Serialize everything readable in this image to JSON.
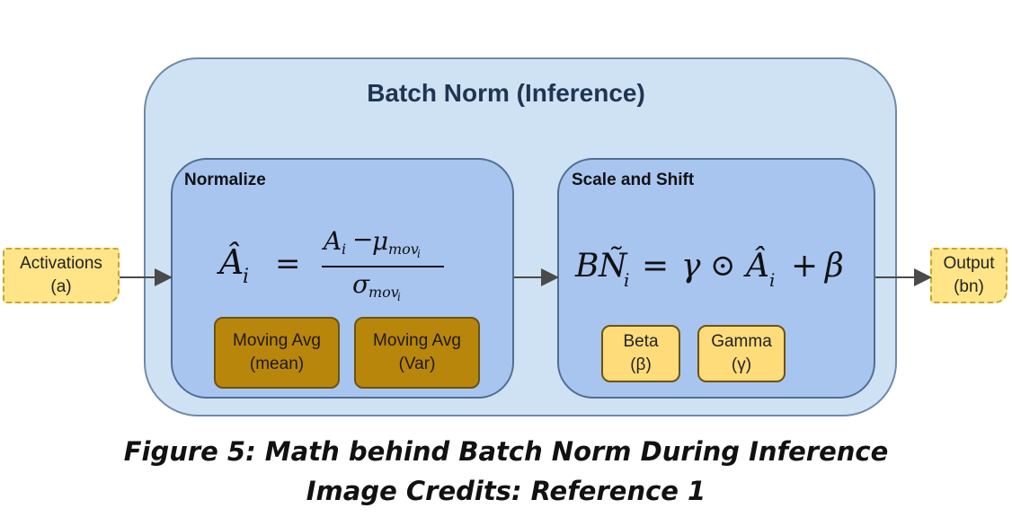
{
  "diagram": {
    "title": "Batch Norm (Inference)",
    "input": {
      "line1": "Activations",
      "line2": "(a)"
    },
    "output": {
      "line1": "Output",
      "line2": "(bn)"
    },
    "normalize": {
      "title": "Normalize",
      "formula": {
        "lhs": "Â",
        "lhs_sub": "i",
        "num_main": "A",
        "num_sub": "i",
        "num_minus": "−",
        "num_mu": "μ",
        "num_mu_sub": "mov",
        "num_mu_subsub": "i",
        "den_sigma": "σ",
        "den_sub": "mov",
        "den_subsub": "i",
        "eq": "="
      },
      "boxes": [
        {
          "line1": "Moving Avg",
          "line2": "(mean)"
        },
        {
          "line1": "Moving Avg",
          "line2": "(Var)"
        }
      ]
    },
    "scale_shift": {
      "title": "Scale and Shift",
      "formula": {
        "bn_B": "B",
        "bn_N": "Ñ",
        "bn_sub": "i",
        "eq": "=",
        "gamma": "γ",
        "odot": "⊙",
        "ahat": "Â",
        "ahat_sub": "i",
        "plus": "+",
        "beta": "β"
      },
      "boxes": [
        {
          "line1": "Beta",
          "line2": "(β)"
        },
        {
          "line1": "Gamma",
          "line2": "(γ)"
        }
      ]
    }
  },
  "caption": {
    "line1": "Figure 5: Math behind Batch Norm During Inference",
    "line2": "Image Credits: Reference 1"
  },
  "colors": {
    "outer_fill": "#cfe2f3",
    "inner_fill": "#a8c5f0",
    "dark_box": "#b8860b",
    "light_box": "#ffdc7a",
    "note": "#ffe587",
    "title_text": "#1f3551"
  }
}
